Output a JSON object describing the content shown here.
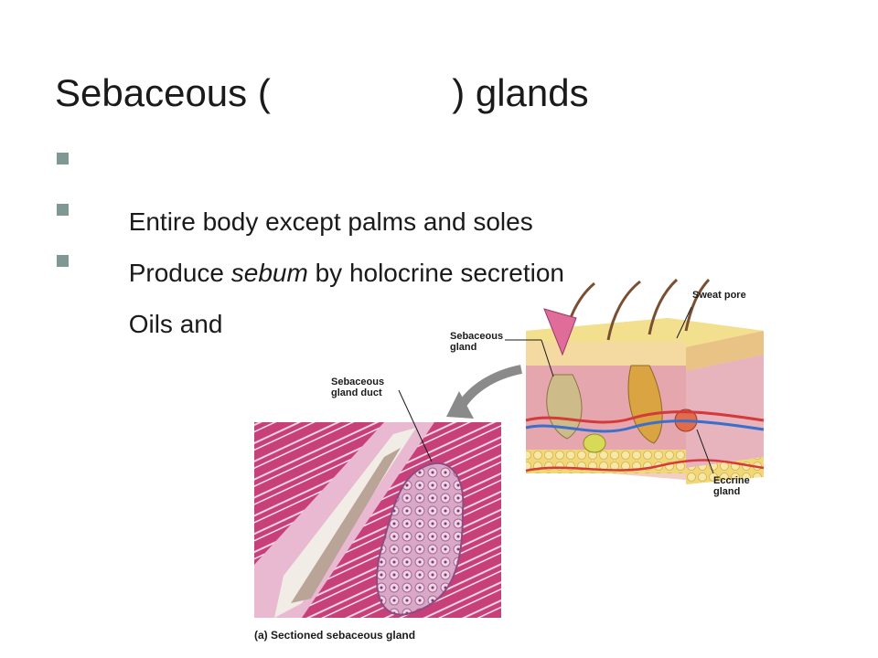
{
  "slide": {
    "title": "Sebaceous (                 ) glands",
    "bullets": [
      {
        "pre": "Entire body except palms and soles",
        "em": "",
        "post": ""
      },
      {
        "pre": "Produce ",
        "em": "sebum",
        "post": " by holocrine secretion"
      },
      {
        "pre": "Oils and",
        "em": "",
        "post": ""
      }
    ]
  },
  "figure": {
    "labels": {
      "sweat_pore": "Sweat pore",
      "sebaceous_gland": "Sebaceous\ngland",
      "sebaceous_gland_duct": "Sebaceous\ngland duct",
      "eccrine_gland": "Eccrine\ngland"
    },
    "caption": "(a) Sectioned sebaceous gland"
  }
}
